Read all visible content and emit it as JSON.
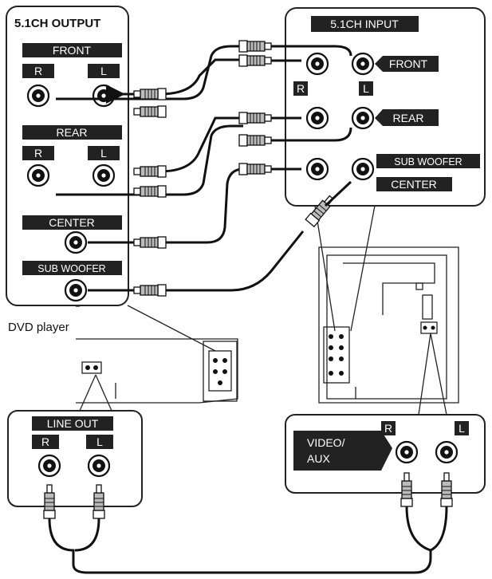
{
  "output_panel": {
    "title": "5.1CH OUTPUT",
    "front": "FRONT",
    "rear": "REAR",
    "right": "R",
    "left": "L",
    "center": "CENTER",
    "subwoofer": "SUB WOOFER"
  },
  "input_panel": {
    "title": "5.1CH INPUT",
    "front": "FRONT",
    "rear": "REAR",
    "right": "R",
    "left": "L",
    "subwoofer": "SUB WOOFER",
    "center": "CENTER"
  },
  "dvd_label": "DVD player",
  "line_out_panel": {
    "title": "LINE OUT",
    "right": "R",
    "left": "L"
  },
  "video_aux_panel": {
    "title_line1": "VIDEO/",
    "title_line2": "AUX",
    "right": "R",
    "left": "L"
  },
  "colors": {
    "ink": "#111111",
    "tag_fill": "#1a1a1a",
    "panel_bg": "#ffffff"
  }
}
